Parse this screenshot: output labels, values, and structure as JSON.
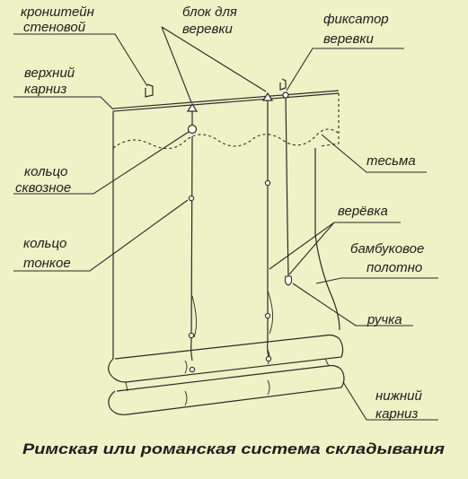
{
  "labels": {
    "bracket": [
      "кронштейн",
      "стеновой"
    ],
    "rope_block": [
      "блок для",
      "веревки"
    ],
    "rope_lock": [
      "фиксатор",
      "веревки"
    ],
    "top_rail": [
      "верхний",
      "карниз"
    ],
    "tape": "тесьма",
    "through_ring": [
      "кольцо",
      "сквозное"
    ],
    "rope": "верёвка",
    "thin_ring": [
      "кольцо",
      "тонкое"
    ],
    "bamboo": [
      "бамбуковое",
      "полотно"
    ],
    "handle": "ручка",
    "bottom_rail": [
      "нижний",
      "карниз"
    ]
  },
  "caption": "Римская или романская система складывания"
}
